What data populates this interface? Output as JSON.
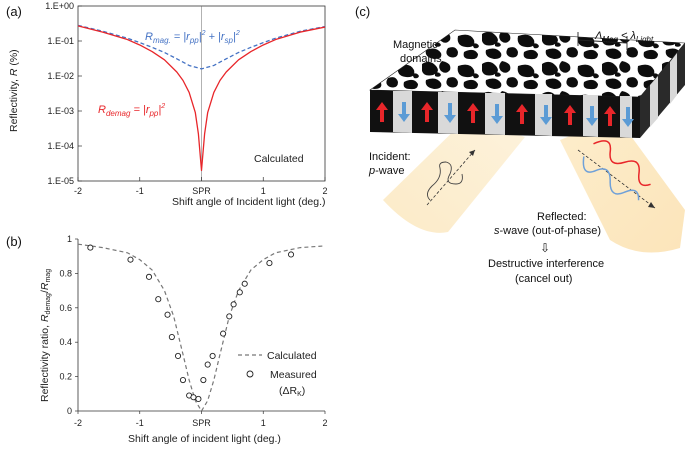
{
  "panel_labels": {
    "a": "(a)",
    "b": "(b)",
    "c": "(c)"
  },
  "chart_data": [
    {
      "type": "line",
      "panel": "(a)",
      "xlabel": "Shift angle of Incident light (deg.)",
      "ylabel": "Reflectivity, R (%)",
      "xlim": [
        -2,
        2
      ],
      "ylim_log10": [
        -5,
        0
      ],
      "x_ticks": [
        -2,
        -1,
        0,
        1,
        2
      ],
      "x_tick_labels": [
        "-2",
        "-1",
        "SPR",
        "1",
        "2"
      ],
      "y_ticks_log10": [
        -5,
        -4,
        -3,
        -2,
        -1,
        0
      ],
      "y_tick_labels": [
        "1.E-05",
        "1.E-04",
        "1.E-03",
        "1.E-02",
        "1.E-01",
        "1.E+00"
      ],
      "annotation": "Calculated",
      "series": [
        {
          "name": "R_mag. = |r_pp|² + |r_sp|²",
          "color": "#4472C4",
          "style": "dashed",
          "x": [
            -2,
            -1.6,
            -1.2,
            -1.0,
            -0.8,
            -0.6,
            -0.4,
            -0.2,
            0,
            0.2,
            0.4,
            0.6,
            0.8,
            1.0,
            1.2,
            1.6,
            2
          ],
          "y": [
            0.28,
            0.19,
            0.12,
            0.09,
            0.066,
            0.047,
            0.031,
            0.02,
            0.016,
            0.02,
            0.031,
            0.047,
            0.066,
            0.09,
            0.12,
            0.19,
            0.26
          ]
        },
        {
          "name": "R_demag = |r_pp|²",
          "color": "#E8262A",
          "style": "solid",
          "x": [
            -2,
            -1.6,
            -1.2,
            -1.0,
            -0.8,
            -0.6,
            -0.4,
            -0.3,
            -0.2,
            -0.1,
            -0.05,
            0,
            0.05,
            0.1,
            0.2,
            0.3,
            0.4,
            0.6,
            0.8,
            1.0,
            1.2,
            1.6,
            2
          ],
          "y": [
            0.27,
            0.18,
            0.11,
            0.077,
            0.05,
            0.029,
            0.013,
            0.0075,
            0.0034,
            0.0009,
            0.00022,
            2e-05,
            0.00022,
            0.0009,
            0.0034,
            0.0075,
            0.013,
            0.029,
            0.05,
            0.077,
            0.11,
            0.18,
            0.25
          ]
        }
      ]
    },
    {
      "type": "scatter",
      "panel": "(b)",
      "xlabel": "Shift angle of incident light (deg.)",
      "ylabel": "Reflectivity ratio, R_demag/R_mag",
      "xlim": [
        -2,
        2
      ],
      "ylim": [
        0,
        1
      ],
      "x_ticks": [
        -2,
        -1,
        0,
        1,
        2
      ],
      "x_tick_labels": [
        "-2",
        "-1",
        "SPR",
        "1",
        "2"
      ],
      "y_ticks": [
        0,
        0.2,
        0.4,
        0.6,
        0.8,
        1
      ],
      "y_tick_labels": [
        "0",
        "0.2",
        "0.4",
        "0.6",
        "0.8",
        "1"
      ],
      "legend": {
        "position": "bottom-right",
        "calculated": "Calculated",
        "measured": "Measured",
        "measured_sub": "(ΔR",
        "measured_sub_k": "K",
        "measured_sub_end": ")"
      },
      "series": [
        {
          "name": "Calculated",
          "color": "#777777",
          "style": "dashed",
          "x": [
            -2,
            -1.6,
            -1.2,
            -1.0,
            -0.8,
            -0.6,
            -0.45,
            -0.3,
            -0.2,
            -0.1,
            0,
            0.1,
            0.2,
            0.3,
            0.45,
            0.6,
            0.8,
            1.0,
            1.2,
            1.6,
            2
          ],
          "y": [
            0.97,
            0.95,
            0.92,
            0.88,
            0.82,
            0.7,
            0.55,
            0.33,
            0.18,
            0.06,
            0.0,
            0.06,
            0.18,
            0.33,
            0.55,
            0.7,
            0.82,
            0.88,
            0.92,
            0.95,
            0.96
          ]
        },
        {
          "name": "Measured",
          "color": "#222222",
          "style": "open-circle",
          "x": [
            -1.8,
            -1.15,
            -0.85,
            -0.7,
            -0.55,
            -0.48,
            -0.38,
            -0.3,
            -0.2,
            -0.13,
            -0.05,
            0.03,
            0.1,
            0.18,
            0.35,
            0.45,
            0.52,
            0.62,
            0.7,
            1.1,
            1.45
          ],
          "y": [
            0.95,
            0.88,
            0.78,
            0.65,
            0.56,
            0.43,
            0.32,
            0.18,
            0.09,
            0.08,
            0.07,
            0.18,
            0.27,
            0.32,
            0.45,
            0.55,
            0.62,
            0.69,
            0.74,
            0.86,
            0.91
          ]
        }
      ]
    }
  ],
  "diagram": {
    "magnetic_domains": "Magnetic\ndomains",
    "lambda_label": "Λ_Mag < λ_Light",
    "incident": "Incident:",
    "incident_wave": "p-wave",
    "reflected": "Reflected:",
    "reflected_wave": "s-wave (out-of-phase)",
    "arrow_down": "⇩",
    "destructive": "Destructive interference",
    "cancel": "(cancel out)"
  }
}
